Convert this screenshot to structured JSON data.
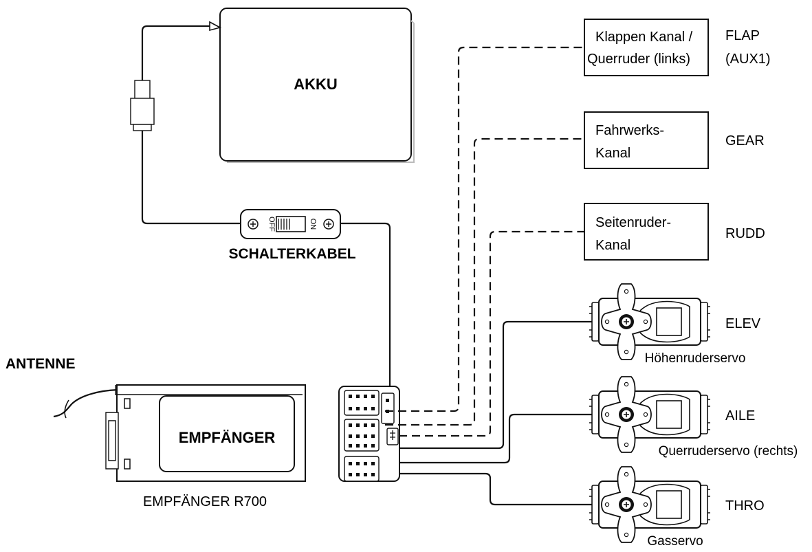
{
  "components": {
    "battery_label": "AKKU",
    "switch_label": "SCHALTERKABEL",
    "switch_off": "OFF",
    "switch_on": "ON",
    "antenna_label": "ANTENNE",
    "receiver_label": "EMPFÄNGER",
    "receiver_caption": "EMPFÄNGER R700"
  },
  "channels": [
    {
      "box_line1": "Klappen Kanal /",
      "box_line2": "Querruder (links)",
      "code_line1": "FLAP",
      "code_line2": "(AUX1)",
      "line_style": "dashed"
    },
    {
      "box_line1": "Fahrwerks-",
      "box_line2": "Kanal",
      "code_line1": "GEAR",
      "code_line2": "",
      "line_style": "dashed"
    },
    {
      "box_line1": "Seitenruder-",
      "box_line2": "Kanal",
      "code_line1": "RUDD",
      "code_line2": "",
      "line_style": "dashed"
    }
  ],
  "servos": [
    {
      "code": "ELEV",
      "caption": "Höhenruderservo",
      "line_style": "solid"
    },
    {
      "code": "AILE",
      "caption": "Querruderservo (rechts)",
      "line_style": "solid"
    },
    {
      "code": "THRO",
      "caption": "Gasservo",
      "line_style": "solid"
    }
  ]
}
